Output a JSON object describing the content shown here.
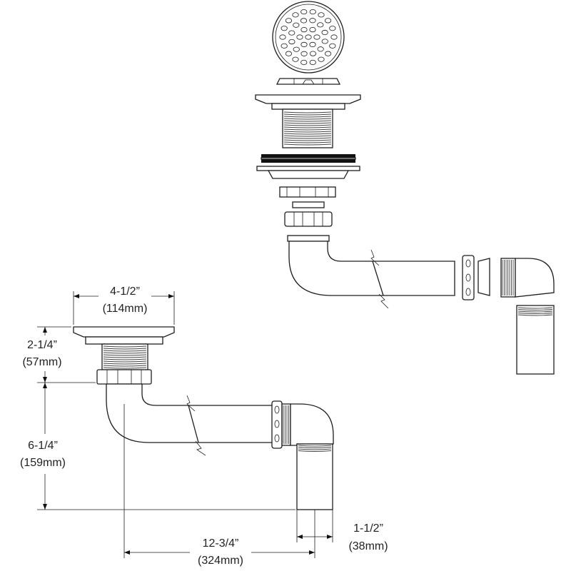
{
  "dimensions": {
    "strainer_width": {
      "imperial": "4-1/2”",
      "metric": "(114mm)"
    },
    "flange_height": {
      "imperial": "2-1/4”",
      "metric": "(57mm)"
    },
    "drop_height": {
      "imperial": "6-1/4”",
      "metric": "(159mm)"
    },
    "horizontal_run": {
      "imperial": "12-3/4”",
      "metric": "(324mm)"
    },
    "tailpiece_diameter": {
      "imperial": "1-1/2”",
      "metric": "(38mm)"
    }
  },
  "colors": {
    "line": "#1e1e1e",
    "text": "#222222",
    "gasket": "#111111"
  }
}
